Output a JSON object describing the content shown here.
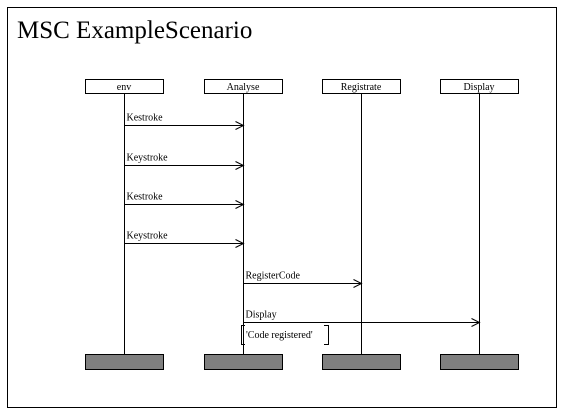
{
  "diagram": {
    "title": "MSC ExampleScenario",
    "instances": [
      {
        "name": "env"
      },
      {
        "name": "Analyse"
      },
      {
        "name": "Registrate"
      },
      {
        "name": "Display"
      }
    ],
    "messages": [
      {
        "label": "Kestroke",
        "from": 0,
        "to": 1
      },
      {
        "label": "Keystroke",
        "from": 0,
        "to": 1
      },
      {
        "label": "Kestroke",
        "from": 0,
        "to": 1
      },
      {
        "label": "Keystroke",
        "from": 0,
        "to": 1
      },
      {
        "label": "RegisterCode",
        "from": 1,
        "to": 2
      },
      {
        "label": "Display",
        "from": 1,
        "to": 3
      }
    ],
    "condition": {
      "text": "'Code registered'",
      "instance": 1
    },
    "colors": {
      "stroke": "#000000",
      "end_block": "#7f7f7f",
      "background": "#ffffff"
    }
  }
}
